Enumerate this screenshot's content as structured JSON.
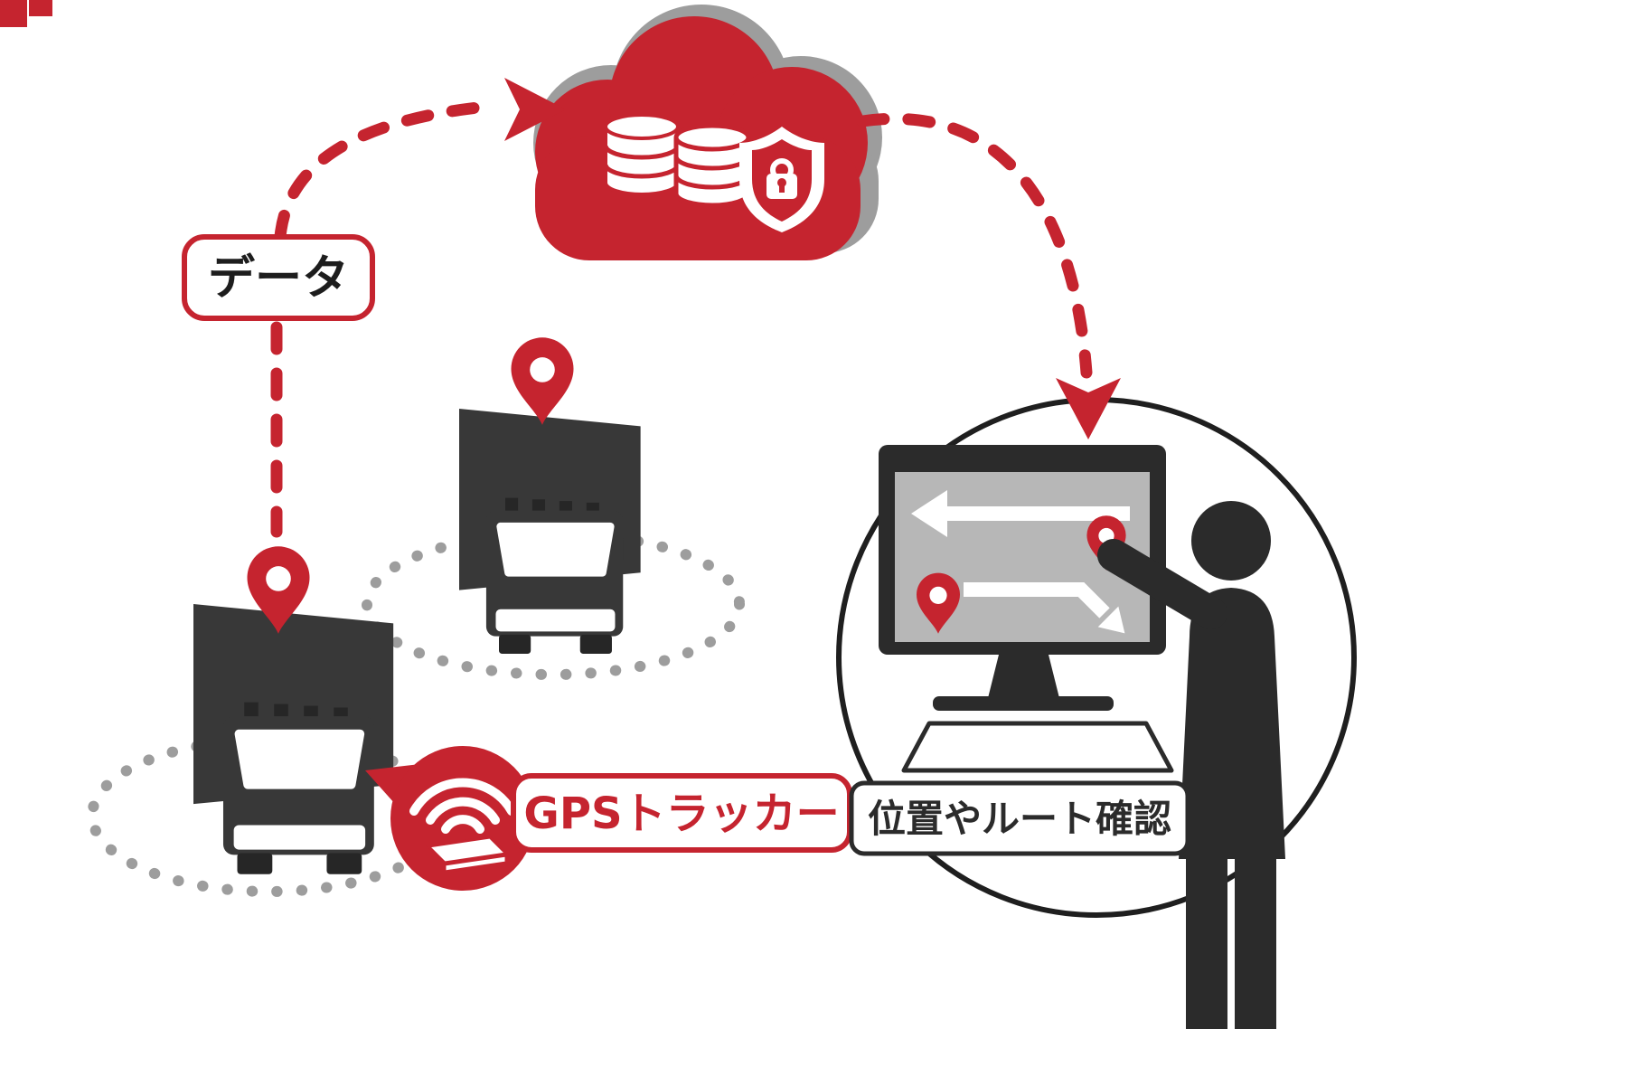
{
  "labels": {
    "data": "データ",
    "gps_tracker": "GPSトラッカー",
    "route_check": "位置やルート確認"
  },
  "colors": {
    "accent_red": "#c5242f",
    "dark": "#333333",
    "shadow_gray": "#9d9d9d",
    "dot_gray": "#9d9d9d",
    "screen_gray": "#b7b7b7",
    "background": "#ffffff"
  },
  "icons": [
    "cloud-icon",
    "database-icon",
    "shield-lock-icon",
    "map-pin-icon",
    "truck-icon",
    "gps-tracker-icon",
    "wifi-icon",
    "monitor-icon",
    "route-arrow-icon",
    "keyboard-icon",
    "person-icon",
    "dashed-arrow-icon"
  ]
}
